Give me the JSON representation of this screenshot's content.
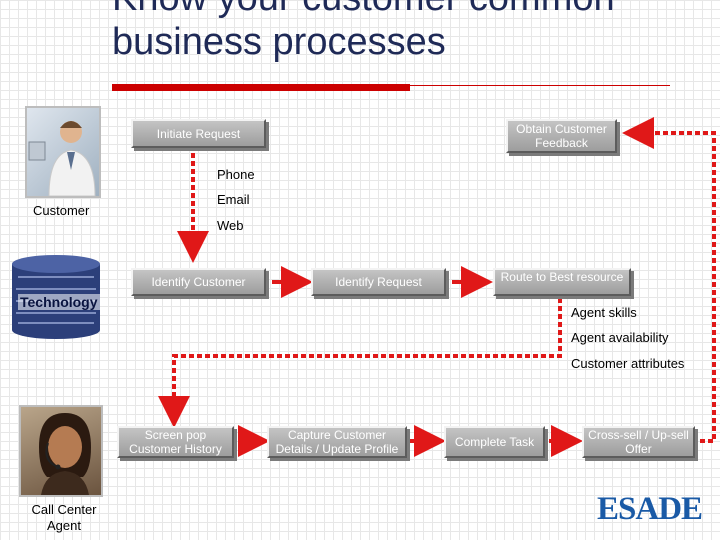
{
  "title": "Know your customer common business processes",
  "logo_text": "ESADE",
  "actors": {
    "customer": "Customer",
    "technology": "Technology",
    "agent": "Call Center Agent"
  },
  "boxes": {
    "initiate_request": "Initiate Request",
    "obtain_feedback": "Obtain Customer Feedback",
    "identify_customer": "Identify Customer",
    "identify_request": "Identify Request",
    "route_resource": "Route to Best resource",
    "screen_pop": "Screen pop Customer History",
    "capture_details": "Capture Customer Details / Update Profile",
    "complete_task": "Complete Task",
    "cross_sell": "Cross-sell / Up-sell Offer"
  },
  "channels": [
    "Phone",
    "Email",
    "Web"
  ],
  "routing_criteria": [
    "Agent skills",
    "Agent availability",
    "Customer attributes"
  ],
  "colors": {
    "arrow": "#e01818",
    "box": "#b0b0b0",
    "title": "#1f2a57",
    "rule": "#cc0000",
    "logo": "#1a5aa6"
  }
}
